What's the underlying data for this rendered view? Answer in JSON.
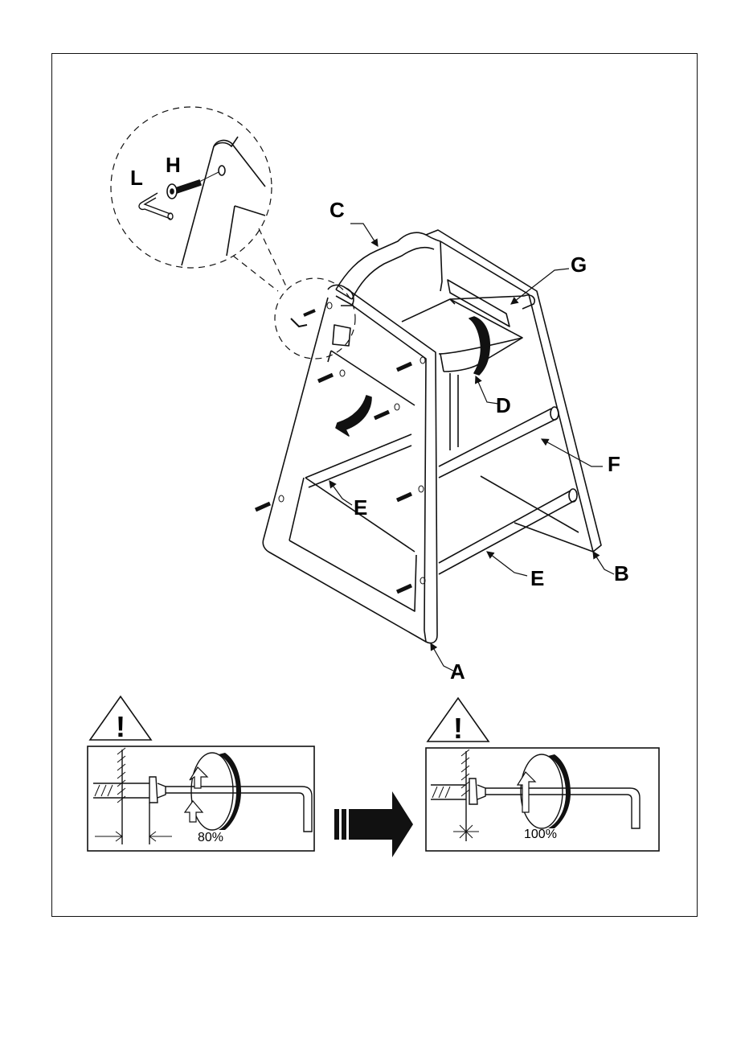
{
  "callout_labels": {
    "A": "A",
    "B": "B",
    "C": "C",
    "D": "D",
    "E_left": "E",
    "E_right": "E",
    "F": "F",
    "G": "G",
    "H": "H",
    "L": "L"
  },
  "tightening": {
    "step1_percent": "80%",
    "step2_percent": "100%",
    "warning_mark": "!"
  },
  "colors": {
    "line": "#111111",
    "background": "#ffffff"
  }
}
